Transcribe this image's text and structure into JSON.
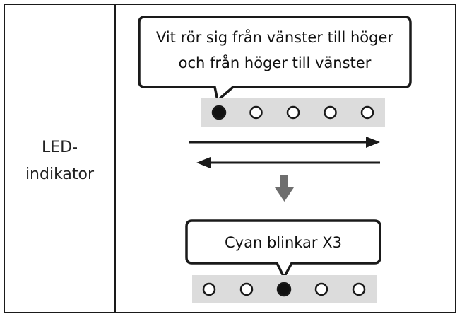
{
  "row_label": {
    "line1": "LED-",
    "line2": "indikator"
  },
  "top_bubble": {
    "line1": "Vit rör sig från vänster till höger",
    "line2": "och från höger till vänster"
  },
  "bottom_bubble": {
    "text": "Cyan blinkar X3"
  },
  "led_strip_top": {
    "count": 5,
    "filled_index": 0
  },
  "led_strip_bottom": {
    "count": 5,
    "filled_index": 2
  },
  "colors": {
    "strip_bg": "#dcdcdc",
    "border": "#1a1a1a",
    "down_arrow": "#6e6e6e"
  }
}
